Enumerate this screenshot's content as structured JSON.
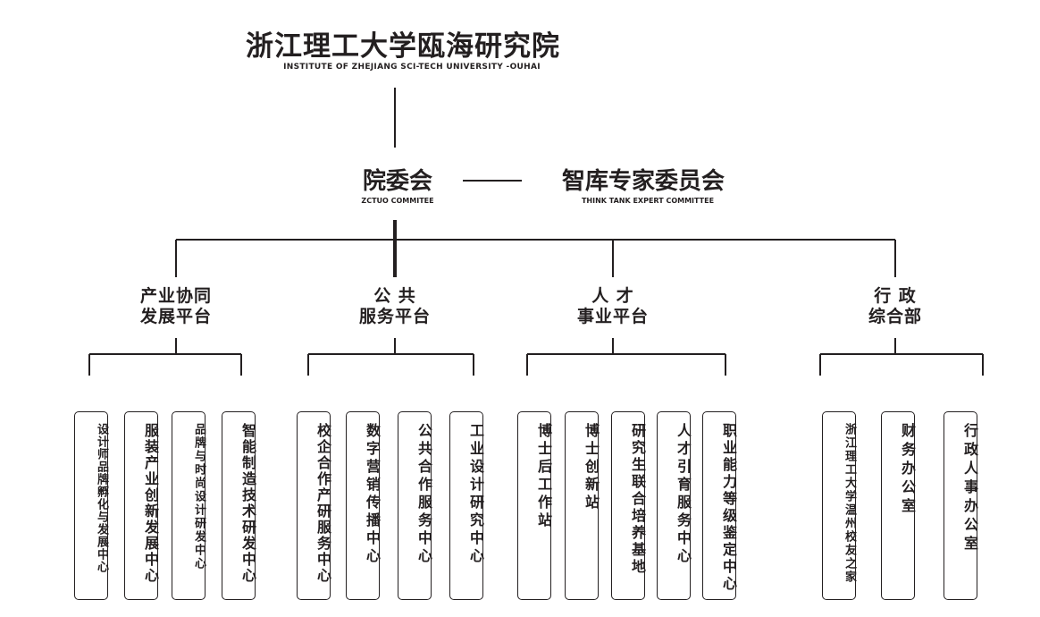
{
  "header": {
    "title": "浙江理工大学瓯海研究院",
    "subtitle": "INSTITUTE OF ZHEJIANG SCI-TECH UNIVERSITY -OUHAI"
  },
  "committee": {
    "name": "院委会",
    "name_en": "ZCTUO COMMITEE"
  },
  "think_tank": {
    "name": "智库专家委员会",
    "name_en": "THINK TANK EXPERT COMMITTEE"
  },
  "departments": [
    {
      "line1": "产业协同",
      "line2": "发展平台",
      "units": [
        "设计师品牌孵化与发展中心",
        "服装产业创新发展中心",
        "品牌与时尚设计研发中心",
        "智能制造技术研发中心"
      ]
    },
    {
      "line1": "公 共",
      "line2": "服务平台",
      "units": [
        "校企合作产研服务中心",
        "数字营销传播中心",
        "公共合作服务中心",
        "工业设计研究中心"
      ]
    },
    {
      "line1": "人 才",
      "line2": "事业平台",
      "units": [
        "博士后工作站",
        "博士创新站",
        "研究生联合培养基地",
        "人才引育服务中心",
        "职业能力等级鉴定中心"
      ]
    },
    {
      "line1": "行 政",
      "line2": "综合部",
      "units": [
        "浙江理工大学温州校友之家",
        "财务办公室",
        "行政人事办公室"
      ]
    }
  ]
}
